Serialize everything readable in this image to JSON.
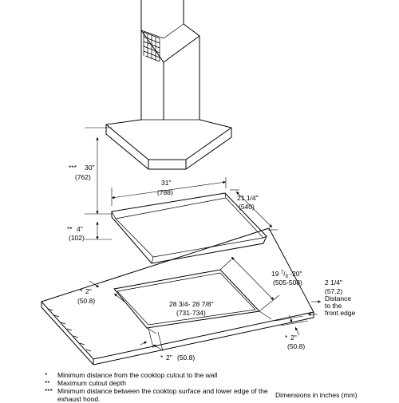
{
  "dimensions": {
    "hood_height": {
      "stars": "***",
      "imperial": "30\"",
      "metric": "(762)"
    },
    "cooktop_width": {
      "imperial": "31\"",
      "metric": "(788)"
    },
    "cooktop_depth": {
      "imperial": "21 1/4\"",
      "metric": "(540)"
    },
    "cutout_depth_max": {
      "stars": "**",
      "imperial": "4\"",
      "metric": "(102)"
    },
    "cutout_depth": {
      "imperial_main": "19 ",
      "imperial_sup": "7",
      "imperial_frac_sep": "/",
      "imperial_sub": "8",
      "imperial_tail": " -20\"",
      "metric": "(505-508)"
    },
    "front_edge": {
      "imperial": "2 1/4\"",
      "metric": "(57.2)",
      "label_1": "Distance",
      "label_2": "to the",
      "label_3": "front edge"
    },
    "back_wall": {
      "stars": "*",
      "imperial": "2\"",
      "metric": "(50.8)"
    },
    "cutout_width": {
      "imperial": "28 3/4- 28 7/8\"",
      "metric": "(731-734)"
    },
    "side_right": {
      "stars": "*",
      "imperial": "2\"",
      "metric": "(50.8)"
    },
    "side_bottom": {
      "stars": "*",
      "imperial": "2\"",
      "metric": "(50.8)"
    }
  },
  "notes": [
    {
      "mark": "*",
      "text": "Minimum distance from the cooktop cutout to the wall"
    },
    {
      "mark": "**",
      "text": "Maximum cutout depth"
    },
    {
      "mark": "***",
      "text": "Minimum distance between the cooktop surface and lower edge of the exhaust hood."
    }
  ],
  "units_label": "Dimensions in inches (mm)"
}
